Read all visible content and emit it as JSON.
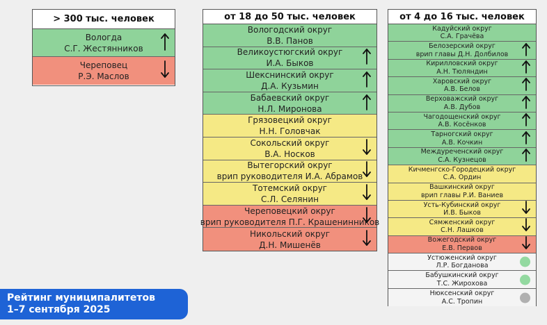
{
  "col1": {
    "header": "> 300 тыс. человек",
    "rows": [
      {
        "line1": "Вологда",
        "line2": "С.Г. Жестянников",
        "color": "green",
        "arrow": "up"
      },
      {
        "line1": "Череповец",
        "line2": "Р.Э. Маслов",
        "color": "red",
        "arrow": "down"
      }
    ]
  },
  "col2": {
    "header": "от 18 до 50 тыс. человек",
    "rows": [
      {
        "line1": "Вологодский округ",
        "line2": "В.В. Панов",
        "color": "green",
        "arrow": ""
      },
      {
        "line1": "Великоустюгский округ",
        "line2": "И.А. Быков",
        "color": "green",
        "arrow": "up"
      },
      {
        "line1": "Шекснинский округ",
        "line2": "Д.А. Кузьмин",
        "color": "green",
        "arrow": "up"
      },
      {
        "line1": "Бабаевский округ",
        "line2": "Н.Л. Миронова",
        "color": "green",
        "arrow": "up"
      },
      {
        "line1": "Грязовецкий округ",
        "line2": "Н.Н. Головчак",
        "color": "yellow",
        "arrow": ""
      },
      {
        "line1": "Сокольский округ",
        "line2": "В.А. Носков",
        "color": "yellow",
        "arrow": "down"
      },
      {
        "line1": "Вытегорский округ",
        "line2": "врип руководителя И.А. Абрамов",
        "color": "yellow",
        "arrow": "down"
      },
      {
        "line1": "Тотемский округ",
        "line2": "С.Л. Селянин",
        "color": "yellow",
        "arrow": "down"
      },
      {
        "line1": "Череповецкий округ",
        "line2": "врип руководителя П.Г. Крашенинников",
        "color": "red",
        "arrow": "down"
      },
      {
        "line1": "Никольский округ",
        "line2": "Д.Н. Мишенёв",
        "color": "red",
        "arrow": "down"
      }
    ]
  },
  "col3": {
    "header": "от 4 до 16 тыс. человек",
    "rows": [
      {
        "line1": "Кадуйский округ",
        "line2": "С.А. Грачёва",
        "color": "green",
        "arrow": ""
      },
      {
        "line1": "Белозерский округ",
        "line2": "врип главы Д.Н. Долбилов",
        "color": "green",
        "arrow": "up"
      },
      {
        "line1": "Кирилловский округ",
        "line2": "А.Н. Тюляндин",
        "color": "green",
        "arrow": "up"
      },
      {
        "line1": "Харовский округ",
        "line2": "А.В. Белов",
        "color": "green",
        "arrow": "up"
      },
      {
        "line1": "Верховажский округ",
        "line2": "А.В. Дубов",
        "color": "green",
        "arrow": "up"
      },
      {
        "line1": "Чагодощенский округ",
        "line2": "А.В. Косёнков",
        "color": "green",
        "arrow": "up"
      },
      {
        "line1": "Тарногский округ",
        "line2": "А.В. Кочкин",
        "color": "green",
        "arrow": "up"
      },
      {
        "line1": "Междуреченский округ",
        "line2": "С.А. Кузнецов",
        "color": "green",
        "arrow": "up"
      },
      {
        "line1": "Кичменгско-Городецкий округ",
        "line2": "С.А. Ордин",
        "color": "yellow",
        "arrow": ""
      },
      {
        "line1": "Вашкинский округ",
        "line2": "врип главы Р.И. Ваниев",
        "color": "yellow",
        "arrow": ""
      },
      {
        "line1": "Усть-Кубинский округ",
        "line2": "И.В. Быков",
        "color": "yellow",
        "arrow": "down"
      },
      {
        "line1": "Сямженский округ",
        "line2": "С.Н. Лашков",
        "color": "yellow",
        "arrow": "down"
      },
      {
        "line1": "Вожегодский округ",
        "line2": "Е.В. Первов",
        "color": "red",
        "arrow": "down"
      },
      {
        "line1": "Устюженский округ",
        "line2": "Л.Р. Богданова",
        "color": "white",
        "dot": "#93d9a0"
      },
      {
        "line1": "Бабушкинский округ",
        "line2": "Т.С. Жирохова",
        "color": "white",
        "dot": "#93d9a0"
      },
      {
        "line1": "Нюксенский округ",
        "line2": "А.С. Тропин",
        "color": "white",
        "dot": "#b0b0b0"
      }
    ]
  },
  "footer": {
    "line1": "Рейтинг муниципалитетов",
    "line2": "1–7 сентября 2025"
  },
  "icons": {
    "up": "arrow-up-icon",
    "down": "arrow-down-icon"
  }
}
